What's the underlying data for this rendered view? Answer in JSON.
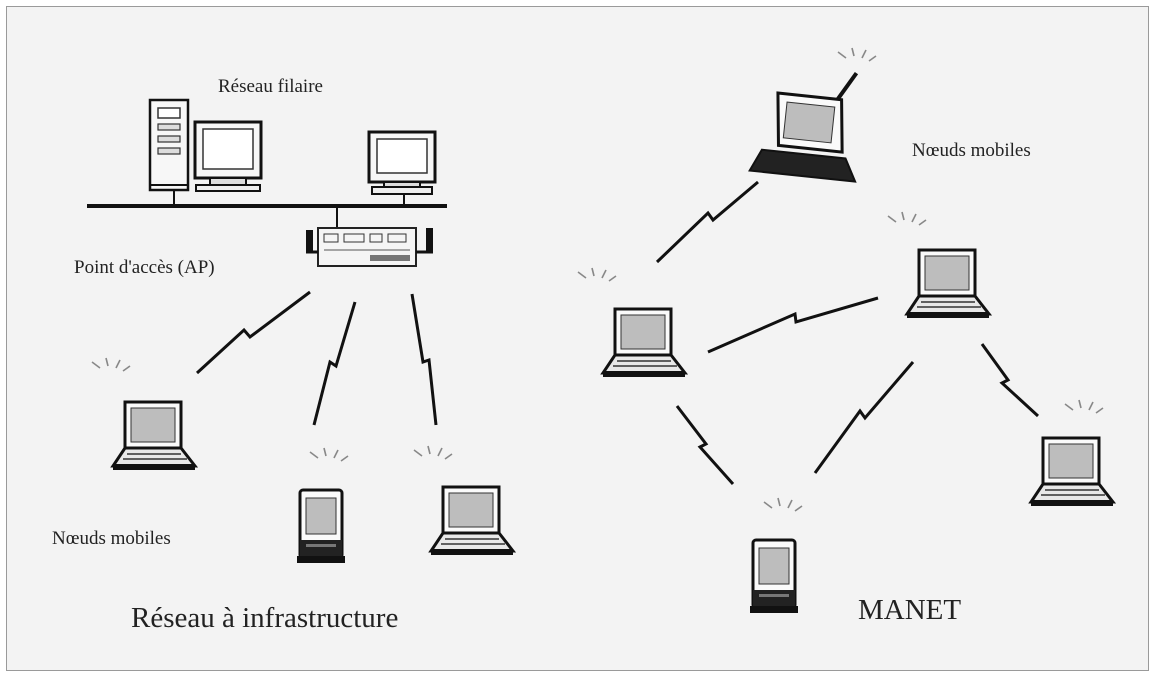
{
  "labels": {
    "wired_network": "Réseau filaire",
    "access_point": "Point d'accès (AP)",
    "mobile_nodes_left": "Nœuds mobiles",
    "mobile_nodes_right": "Nœuds mobiles",
    "infrastructure_network": "Réseau à infrastructure",
    "manet": "MANET"
  }
}
